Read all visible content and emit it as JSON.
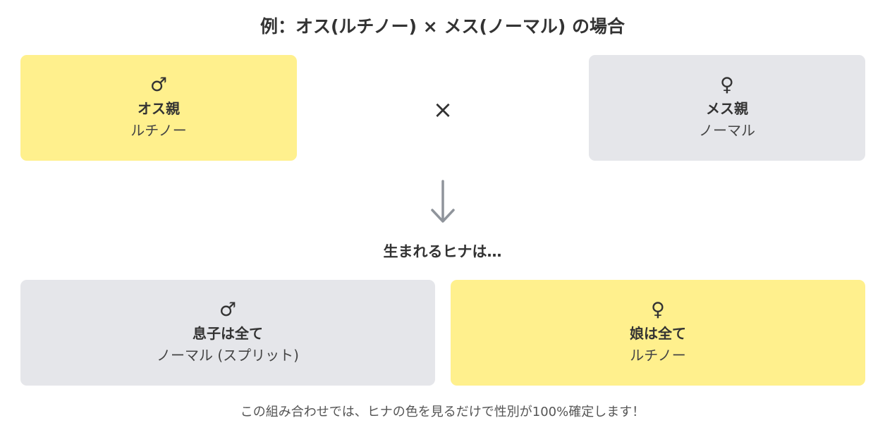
{
  "title": "例：オス(ルチノー) × メス(ノーマル) の場合",
  "parents": {
    "male": {
      "symbol": "♂",
      "label": "オス親",
      "value": "ルチノー",
      "color": "#fff08d"
    },
    "cross_symbol": "×",
    "female": {
      "symbol": "♀",
      "label": "メス親",
      "value": "ノーマル",
      "color": "#e5e6ea"
    }
  },
  "arrow_icon": "down-arrow-icon",
  "result_heading": "生まれるヒナは…",
  "offspring": {
    "son": {
      "symbol": "♂",
      "label": "息子は全て",
      "value": "ノーマル (スプリット)",
      "color": "#e5e6ea"
    },
    "daughter": {
      "symbol": "♀",
      "label": "娘は全て",
      "value": "ルチノー",
      "color": "#fff08d"
    }
  },
  "footnote": "この組み合わせでは、ヒナの色を見るだけで性別が100%確定します！"
}
